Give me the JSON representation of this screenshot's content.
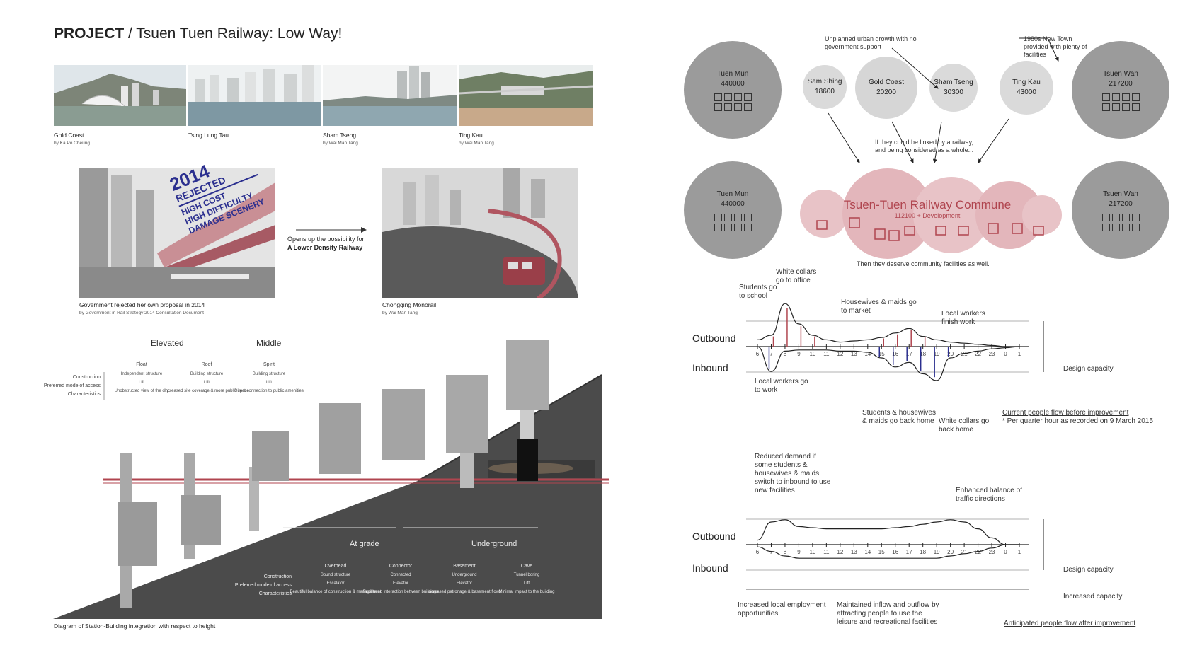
{
  "header": {
    "title_bold": "PROJECT",
    "title_rest": " / Tsuen Tuen Railway: Low Way!"
  },
  "photos": [
    {
      "caption": "Gold Coast",
      "credit": "by Ka Po Cheung"
    },
    {
      "caption": "Tsing Lung Tau",
      "credit": ""
    },
    {
      "caption": "Sham Tseng",
      "credit": "by Wai Man Tang"
    },
    {
      "caption": "Ting Kau",
      "credit": "by Wai Man Tang"
    }
  ],
  "rejected": {
    "stamp_year": "2014",
    "stamp_word": "REJECTED",
    "stamp_l1": "HIGH COST",
    "stamp_l2": "HIGH DIFFICULTY",
    "stamp_l3": "DAMAGE SCENERY",
    "caption": "Government rejected her own proposal in 2014",
    "credit": "by Government in Rail Strategy 2014 Consultation Document"
  },
  "arrow_text": {
    "line1": "Opens up the possibility for",
    "line2": "A Lower Density Railway"
  },
  "chongqing": {
    "caption": "Chongqing Monorail",
    "credit": "by Wai Man Tang"
  },
  "section": {
    "heading_elevated": "Elevated",
    "heading_middle": "Middle",
    "heading_at_grade": "At grade",
    "heading_underground": "Underground",
    "row_labels": [
      "Construction",
      "Preferred mode of access",
      "Characteristics"
    ],
    "types_upper": [
      {
        "name": "Float",
        "construction": "Independent structure",
        "access": "Lift",
        "characteristics": "Unobstructed view of the city"
      },
      {
        "name": "Roof",
        "construction": "Building structure",
        "access": "Lift",
        "characteristics": "Increased site coverage & more public space"
      },
      {
        "name": "Spirit",
        "construction": "Building structure",
        "access": "Lift",
        "characteristics": "Direct connection to public amenities"
      }
    ],
    "types_lower": [
      {
        "name": "Overhead",
        "construction": "Sound structure",
        "access": "Escalator",
        "characteristics": "Beautiful balance of construction & management"
      },
      {
        "name": "Connector",
        "construction": "Connected",
        "access": "Elevator",
        "characteristics": "Facilitated interaction between buildings"
      },
      {
        "name": "Basement",
        "construction": "Underground",
        "access": "Elevator",
        "characteristics": "Increased patronage & basement flows"
      },
      {
        "name": "Cave",
        "construction": "Tunnel boring",
        "access": "Lift",
        "characteristics": "Minimal impact to the building"
      }
    ],
    "caption": "Diagram of Station-Building integration with respect to height"
  },
  "towns": {
    "top": [
      {
        "name": "Tuen Mun",
        "pop": "440000"
      },
      {
        "name": "Sam Shing",
        "pop": "18600"
      },
      {
        "name": "Gold Coast",
        "pop": "20200"
      },
      {
        "name": "Sham Tseng",
        "pop": "30300"
      },
      {
        "name": "Ting Kau",
        "pop": "43000"
      },
      {
        "name": "Tsuen Wan",
        "pop": "217200"
      }
    ],
    "bottom_left": {
      "name": "Tuen Mun",
      "pop": "440000"
    },
    "bottom_right": {
      "name": "Tsuen Wan",
      "pop": "217200"
    },
    "note_growth": "Unplanned urban growth with no government support",
    "note_newtown": "1980s New Town provided with plenty of facilities",
    "note_linked": "If they could be linked by a railway, and being considered as a whole...",
    "commune_title": "Tsuen-Tuen Railway Commune",
    "commune_sub": "112100 + Development",
    "note_deserve": "Then they deserve community facilities as well."
  },
  "chart_data": [
    {
      "type": "area",
      "title": "Current people flow before improvement",
      "subtitle": "* Per quarter hour as recorded on 9 March 2015",
      "ylabel_top": "Outbound",
      "ylabel_bottom": "Inbound",
      "x": [
        "6",
        "7",
        "8",
        "9",
        "10",
        "11",
        "12",
        "13",
        "14",
        "15",
        "16",
        "17",
        "18",
        "19",
        "20",
        "21",
        "22",
        "23",
        "0",
        "1"
      ],
      "series": [
        {
          "name": "Outbound",
          "values": [
            6,
            10,
            38,
            20,
            10,
            6,
            4,
            5,
            6,
            8,
            12,
            16,
            9,
            6,
            4,
            3,
            2,
            1,
            0,
            0
          ]
        },
        {
          "name": "Inbound",
          "values": [
            0,
            22,
            4,
            3,
            3,
            3,
            4,
            4,
            5,
            10,
            18,
            14,
            24,
            30,
            10,
            6,
            4,
            2,
            1,
            0
          ]
        }
      ],
      "annotations": [
        "Students go to school",
        "White collars go to office",
        "Housewives & maids go to market",
        "Local workers finish work",
        "Local workers go to work",
        "Students & housewives & maids go back home",
        "White collars go back home"
      ],
      "design_capacity_label": "Design capacity"
    },
    {
      "type": "area",
      "title": "Anticipated people flow after improvement",
      "ylabel_top": "Outbound",
      "ylabel_bottom": "Inbound",
      "x": [
        "6",
        "7",
        "8",
        "9",
        "10",
        "11",
        "12",
        "13",
        "14",
        "15",
        "16",
        "17",
        "18",
        "19",
        "20",
        "21",
        "22",
        "23",
        "0",
        "1"
      ],
      "series": [
        {
          "name": "Outbound",
          "values": [
            4,
            20,
            22,
            16,
            15,
            14,
            14,
            14,
            14,
            14,
            15,
            16,
            18,
            20,
            22,
            20,
            14,
            6,
            0,
            0
          ]
        },
        {
          "name": "Inbound",
          "values": [
            2,
            6,
            10,
            12,
            12,
            12,
            12,
            12,
            12,
            12,
            12,
            12,
            12,
            12,
            10,
            8,
            6,
            3,
            0,
            0
          ]
        }
      ],
      "annotations": [
        "Reduced demand if some students & housewives & maids switch to inbound to use new facilities",
        "Enhanced balance of traffic directions",
        "Increased local employment opportunities",
        "Maintained inflow and outflow by attracting people to use the leisure and recreational facilities"
      ],
      "design_capacity_label": "Design capacity",
      "increased_capacity_label": "Increased capacity"
    }
  ]
}
